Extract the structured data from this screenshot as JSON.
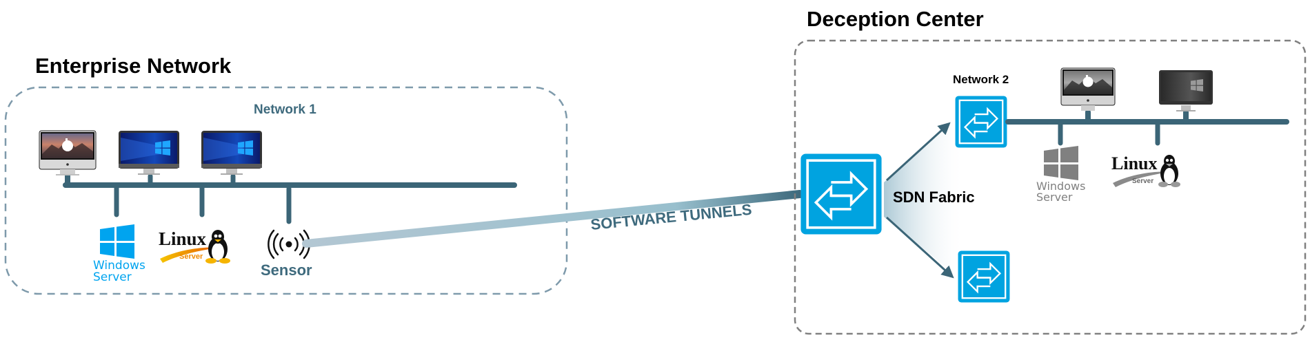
{
  "enterprise": {
    "title": "Enterprise Network",
    "network_label": "Network 1",
    "endpoints": [
      {
        "type": "mac-desktop",
        "label": ""
      },
      {
        "type": "windows-desktop",
        "label": ""
      },
      {
        "type": "windows-desktop",
        "label": ""
      }
    ],
    "servers": [
      {
        "type": "windows-server",
        "line1": "Windows",
        "line2": "Server"
      },
      {
        "type": "linux-server",
        "brand": "Linux",
        "sub": "Server"
      }
    ],
    "sensor": {
      "label": "Sensor",
      "icon": "broadcast-icon"
    }
  },
  "tunnel": {
    "label": "SOFTWARE TUNNELS"
  },
  "deception": {
    "title": "Deception Center",
    "fabric_label": "SDN Fabric",
    "network_label": "Network 2",
    "servers": [
      {
        "type": "windows-server",
        "line1": "Windows",
        "line2": "Server"
      },
      {
        "type": "linux-server",
        "brand": "Linux",
        "sub": "Server"
      }
    ]
  },
  "colors": {
    "bus": "#3b6577",
    "label_teal": "#3e6a7d",
    "switch_blue": "#00a3e0",
    "enterprise_border": "#7e9aab",
    "deception_border": "#808080",
    "windows_blue": "#00a4ef",
    "linux_orange": "#f08a00"
  }
}
